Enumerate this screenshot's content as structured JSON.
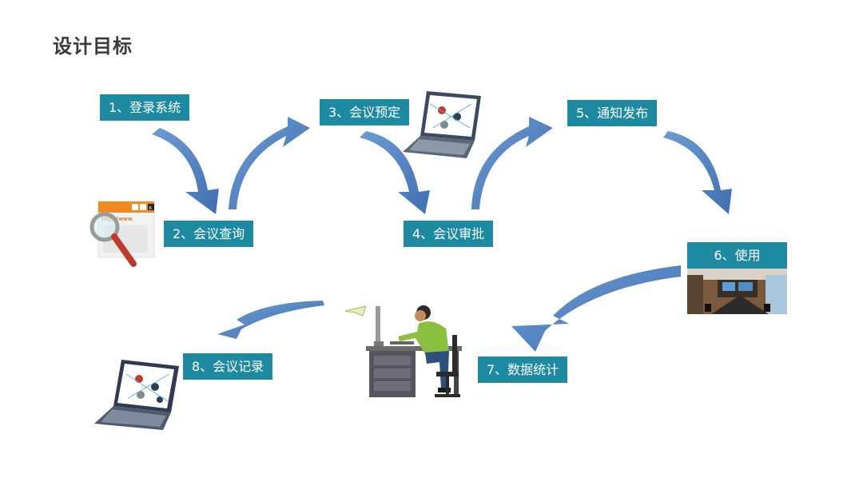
{
  "title": "设计目标",
  "steps": [
    {
      "id": "s1",
      "label": "1、登录系统"
    },
    {
      "id": "s2",
      "label": "2、会议查询"
    },
    {
      "id": "s3",
      "label": "3、会议预定"
    },
    {
      "id": "s4",
      "label": "4、会议审批"
    },
    {
      "id": "s5",
      "label": "5、通知发布"
    },
    {
      "id": "s6",
      "label": "6、使用"
    },
    {
      "id": "s7",
      "label": "7、数据统计"
    },
    {
      "id": "s8",
      "label": "8、会议记录"
    }
  ],
  "browser_window_text": "http://www"
}
